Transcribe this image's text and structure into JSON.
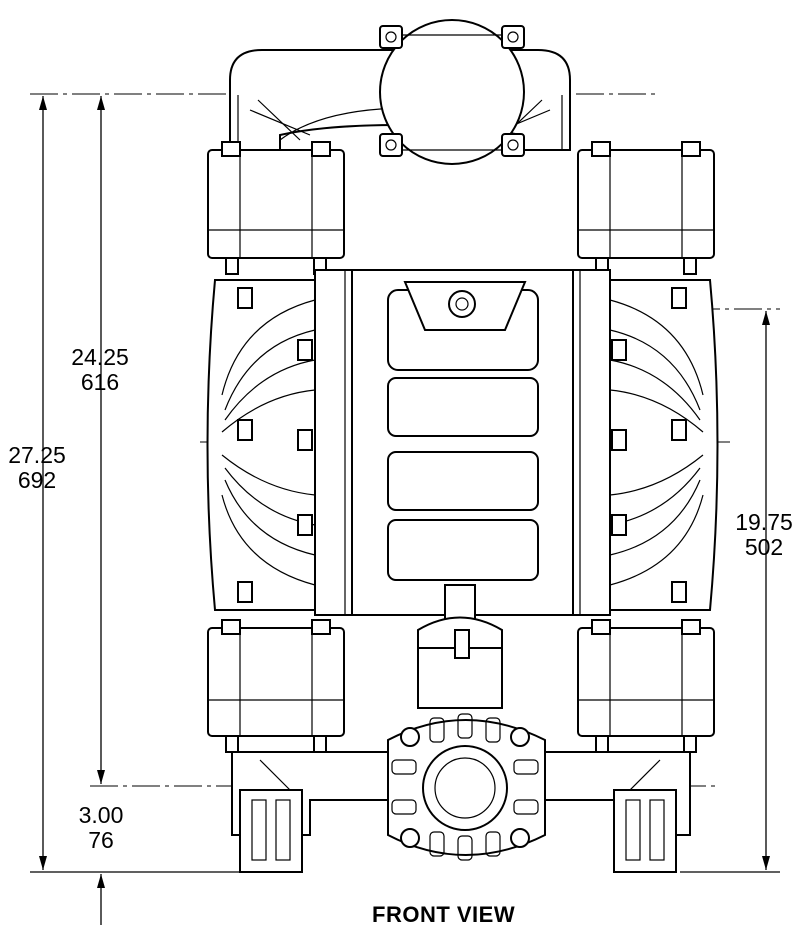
{
  "view_title": "FRONT VIEW",
  "dimensions": {
    "overall_height": {
      "inches": "27.25",
      "mm": "692"
    },
    "port_to_port": {
      "inches": "24.25",
      "mm": "616"
    },
    "air_inlet_height": {
      "inches": "19.75",
      "mm": "502"
    },
    "inlet_height": {
      "inches": "3.00",
      "mm": "76"
    }
  }
}
